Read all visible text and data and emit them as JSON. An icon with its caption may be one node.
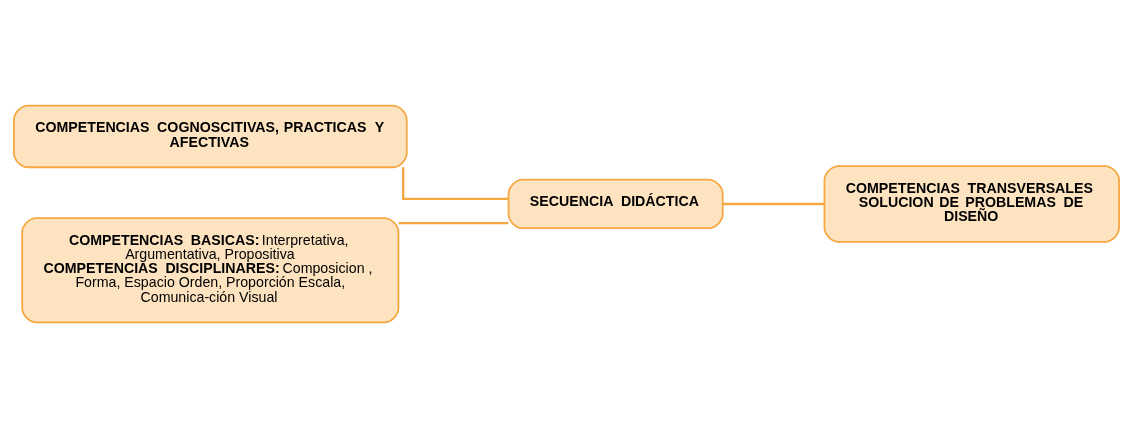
{
  "diagram": {
    "nodes": [
      {
        "text": [
          "COMPETENCIAS COGNOSCITIVAS, PRACTICAS Y AFECTIVAS"
        ]
      },
      {
        "text": [
          "SECUENCIA DIDÁCTICA"
        ]
      },
      {
        "text": [
          "COMPETENCIAS TRANSVERSALES SOLUCION DE PROBLEMAS DE DISEÑO"
        ]
      },
      {
        "text": [
          "**COMPETENCIAS BASICAS:** Interpretativa, Argumentativa, Propositiva",
          "**COMPETENCIAS DISCIPLINARES:** Composicion , Forma, Espacio Orden, Proporción Escala, Comunica-ción Visual"
        ]
      }
    ],
    "edges": [
      {
        "from": 0,
        "to": 1,
        "arrow": "none"
      },
      {
        "from": 1,
        "to": 2,
        "arrow": "none"
      },
      {
        "from": 3,
        "to": 1,
        "arrow": "none"
      }
    ]
  }
}
